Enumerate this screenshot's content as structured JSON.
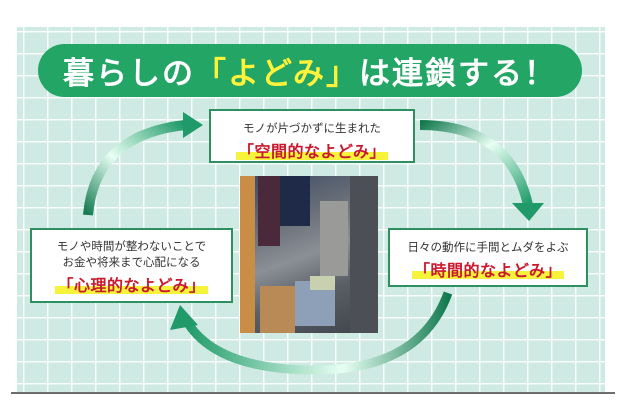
{
  "title": {
    "prefix": "暮らしの",
    "highlight": "「よどみ」",
    "suffix": "は連鎖する！"
  },
  "cycle": {
    "top": {
      "lead": "モノが片づかずに生まれた",
      "tag": "「空間的なよどみ」"
    },
    "right": {
      "lead": "日々の動作に手間とムダをよぶ",
      "tag": "「時間的なよどみ」"
    },
    "left": {
      "lead_line1": "モノや時間が整わないことで",
      "lead_line2": "お金や将来まで心配になる",
      "tag": "「心理的なよどみ」"
    }
  },
  "photo": {
    "description": "cluttered closet"
  },
  "colors": {
    "title_green": "#23a566",
    "title_highlight": "#fff23a",
    "tag_red": "#c8192e",
    "marker_yellow": "#f7f23a",
    "arrow_green": "#1f9a68",
    "background_mint": "#cfe9e3"
  }
}
